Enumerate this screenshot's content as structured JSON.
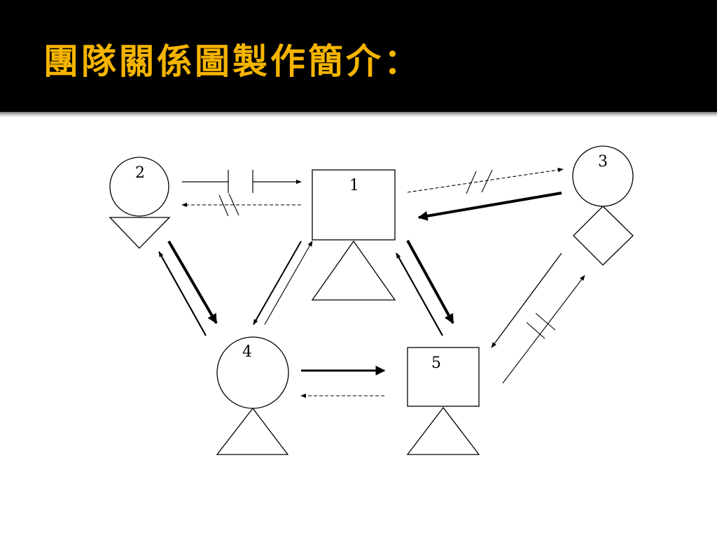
{
  "slide": {
    "title": "團隊關係圖製作簡介："
  },
  "diagram": {
    "nodes": [
      {
        "id": "1",
        "label": "1",
        "icon": "square-over-triangle"
      },
      {
        "id": "2",
        "label": "2",
        "icon": "circle-over-inverted-triangle"
      },
      {
        "id": "3",
        "label": "3",
        "icon": "circle-over-diamond"
      },
      {
        "id": "4",
        "label": "4",
        "icon": "circle-over-triangle"
      },
      {
        "id": "5",
        "label": "5",
        "icon": "square-over-triangle"
      }
    ],
    "relations": [
      {
        "from": "2",
        "to": "1",
        "style": "thin-solid",
        "broken": true
      },
      {
        "from": "1",
        "to": "2",
        "style": "dashed",
        "broken": true
      },
      {
        "from": "1",
        "to": "3",
        "style": "dashed",
        "broken": true
      },
      {
        "from": "3",
        "to": "1",
        "style": "thick-solid",
        "broken": false
      },
      {
        "from": "2",
        "to": "4",
        "style": "thick-solid",
        "broken": false
      },
      {
        "from": "4",
        "to": "2",
        "style": "thin-solid",
        "broken": false
      },
      {
        "from": "1",
        "to": "4",
        "style": "thin-solid",
        "broken": false
      },
      {
        "from": "4",
        "to": "1",
        "style": "thin-solid",
        "broken": false
      },
      {
        "from": "1",
        "to": "5",
        "style": "thick-solid",
        "broken": false
      },
      {
        "from": "5",
        "to": "1",
        "style": "thin-solid",
        "broken": false
      },
      {
        "from": "3",
        "to": "5",
        "style": "thin-solid",
        "broken": false
      },
      {
        "from": "5",
        "to": "3",
        "style": "thin-solid",
        "broken": true
      },
      {
        "from": "4",
        "to": "5",
        "style": "thick-solid",
        "broken": false
      },
      {
        "from": "5",
        "to": "4",
        "style": "dashed",
        "broken": false
      }
    ]
  },
  "colors": {
    "title_text": "#f5b400",
    "title_background": "#000000",
    "diagram_stroke": "#000000"
  }
}
